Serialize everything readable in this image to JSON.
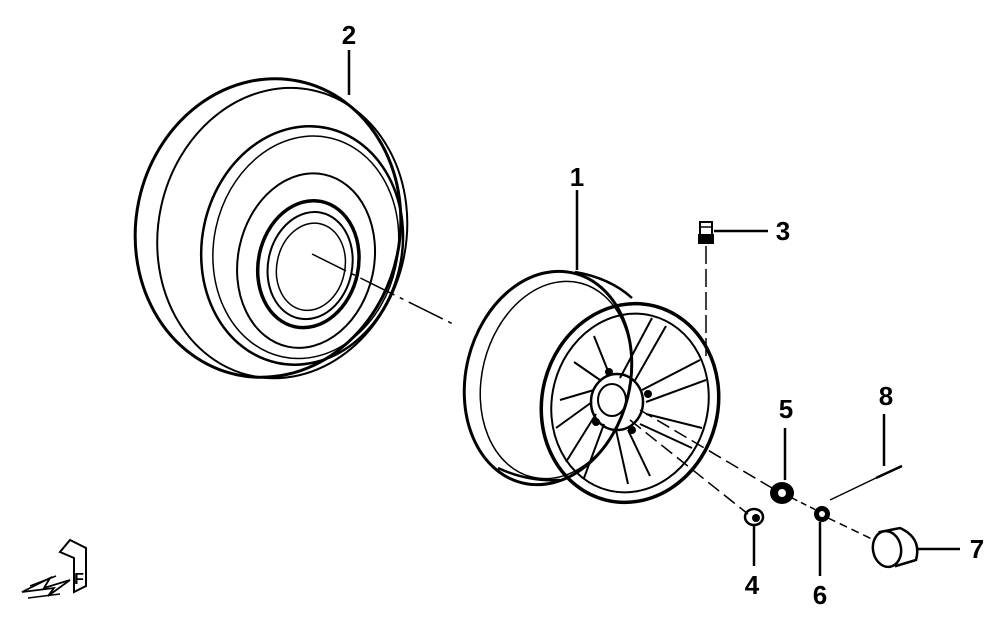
{
  "callouts": {
    "c1": "1",
    "c2": "2",
    "c3": "3",
    "c4": "4",
    "c5": "5",
    "c6": "6",
    "c7": "7",
    "c8": "8",
    "front_mark": "F"
  },
  "colors": {
    "line": "#000000",
    "background": "#ffffff",
    "part_fill": "#ffffff"
  }
}
